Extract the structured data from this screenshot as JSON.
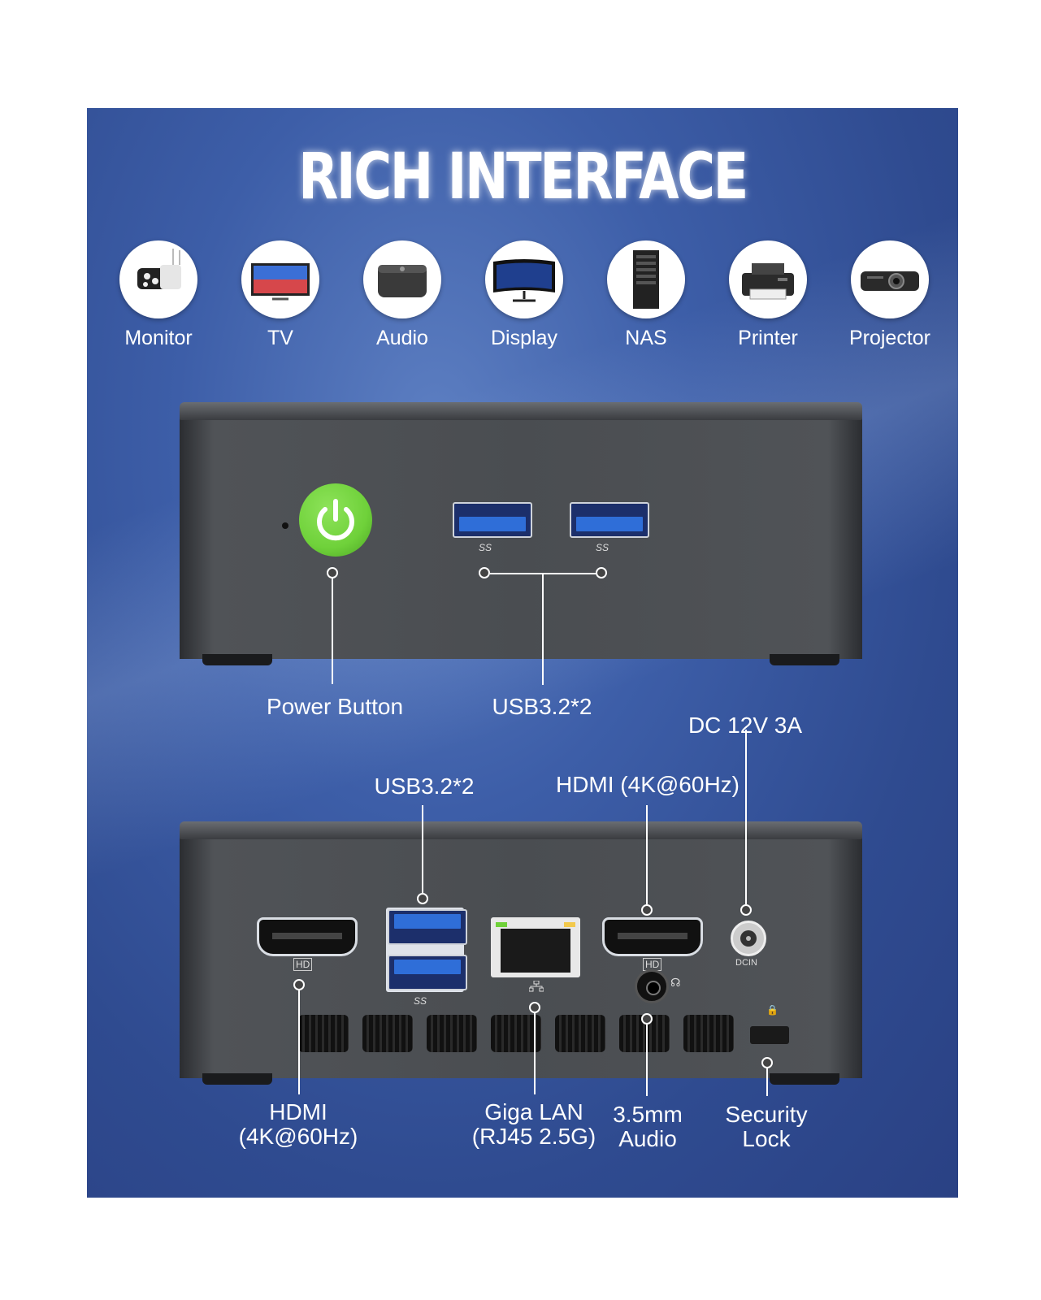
{
  "title": "RICH INTERFACE",
  "devices": [
    {
      "label": "Monitor",
      "icon": "security-camera-icon"
    },
    {
      "label": "TV",
      "icon": "tv-icon"
    },
    {
      "label": "Audio",
      "icon": "speaker-icon"
    },
    {
      "label": "Display",
      "icon": "display-icon"
    },
    {
      "label": "NAS",
      "icon": "nas-server-icon"
    },
    {
      "label": "Printer",
      "icon": "printer-icon"
    },
    {
      "label": "Projector",
      "icon": "projector-icon"
    }
  ],
  "front": {
    "power_label": "Power Button",
    "usb_label": "USB3.2*2",
    "usb_logo": "SS"
  },
  "rear": {
    "dc_label": "DC 12V 3A",
    "usb_label": "USB3.2*2",
    "hdmi_top_label": "HDMI (4K@60Hz)",
    "hdmi_left_label_line1": "HDMI",
    "hdmi_left_label_line2": "(4K@60Hz)",
    "lan_label_line1": "Giga LAN",
    "lan_label_line2": "(RJ45 2.5G)",
    "audio_label_line1": "3.5mm",
    "audio_label_line2": "Audio",
    "lock_label_line1": "Security",
    "lock_label_line2": "Lock",
    "hd_tag": "HD",
    "dcin_tag": "DCIN",
    "usb_logo": "SS"
  },
  "colors": {
    "power_green": "#6fd13a",
    "usb_blue": "#2f6ed8",
    "panel_blue": "#3d5ea8"
  }
}
